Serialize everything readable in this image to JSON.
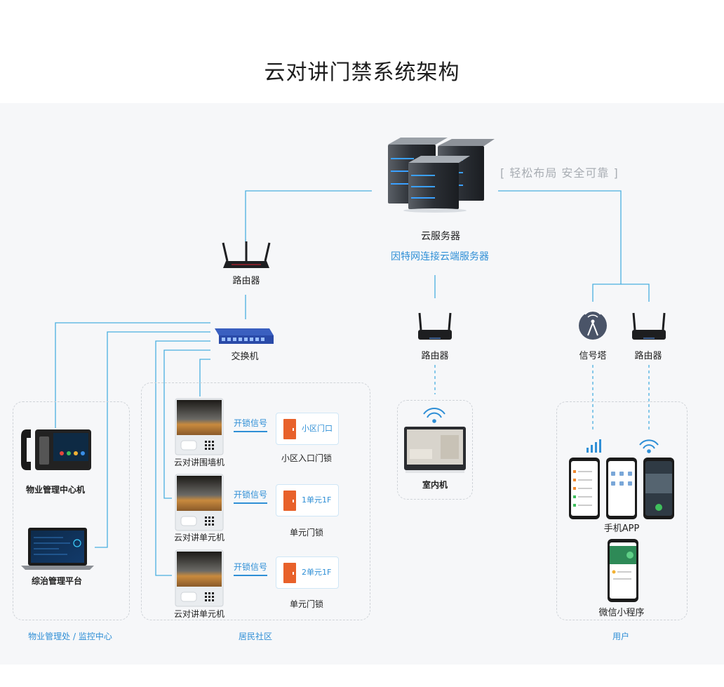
{
  "title": "云对讲门禁系统架构",
  "slogan": "[ 轻松布局  安全可靠 ]",
  "cloud": {
    "name": "云服务器",
    "desc": "因特网连接云端服务器"
  },
  "devices": {
    "router_left": "路由器",
    "switch": "交换机",
    "router_mid": "路由器",
    "tower": "信号塔",
    "router_right": "路由器",
    "mgmt_phone": "物业管理中心机",
    "mgmt_laptop": "综治管理平台",
    "wall_unit": "云对讲围墙机",
    "unit_1": "云对讲单元机",
    "unit_2": "云对讲单元机",
    "lock_1": "小区入口门锁",
    "lock_2": "单元门锁",
    "lock_3": "单元门锁",
    "indoor": "室内机",
    "phone_app": "手机APP",
    "mini_program": "微信小程序"
  },
  "signals": [
    "开锁信号",
    "开锁信号",
    "开锁信号"
  ],
  "doors": [
    "小区门口",
    "1单元1F",
    "2单元1F"
  ],
  "groups": {
    "mgmt": "物业管理处 / 监控中心",
    "community": "居民社区",
    "users": "用户"
  },
  "colors": {
    "accent": "#2f8fd6",
    "door": "#e8612a",
    "line": "#49b0e0"
  },
  "icons": [
    "server-icon",
    "router-icon",
    "switch-icon",
    "tower-icon",
    "wifi-icon",
    "signal-bars-icon",
    "door-icon",
    "phone-icon",
    "laptop-icon",
    "intercom-icon",
    "indoor-monitor-icon"
  ]
}
